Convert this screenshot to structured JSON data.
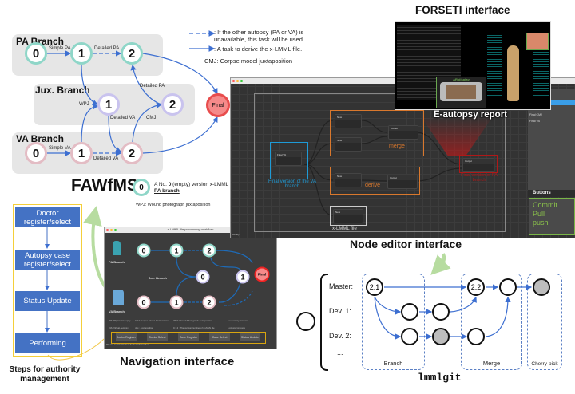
{
  "legend": {
    "dashed_text": ": If the other autopsy (PA or VA) is unavailable, this task will be used.",
    "solid_text": ": A task to derive the x-LMML file.",
    "cmj_text": "CMJ: Corpse model juxtaposition",
    "node_example_label": "0",
    "node_example_text_pre": "A No. ",
    "node_example_num": "0",
    "node_example_text_mid": " (empty) version x-LMML file in ",
    "node_example_branch": "PA branch",
    "node_example_text_end": ".",
    "wpj_text": "WPJ: Wound photograph juxtaposition"
  },
  "fawfms": {
    "title": "FAWfMS",
    "pa": {
      "title": "PA Branch",
      "nodes": [
        "0",
        "1",
        "2"
      ],
      "edges": [
        "Simple PA",
        "Detailed PA"
      ]
    },
    "jux": {
      "title": "Jux. Branch",
      "nodes": [
        "1",
        "2"
      ],
      "edges": [
        "WPJ",
        "Detailed VA",
        "Detailed PA",
        "CMJ"
      ]
    },
    "va": {
      "title": "VA Branch",
      "nodes": [
        "0",
        "1",
        "2"
      ],
      "edges": [
        "Simple VA",
        "Detailed VA"
      ]
    },
    "final": "Final"
  },
  "steps": {
    "items": [
      "Doctor register/select",
      "Autopsy case register/select",
      "Status Update",
      "Performing"
    ],
    "caption": "Steps for authority management"
  },
  "navigation": {
    "caption": "Navigation interface",
    "window_title": "x-LMML file processing workflow",
    "pa_label": "PA Branch",
    "va_label": "VA Branch",
    "jux_label": "Jux. Branch",
    "pa_nodes": [
      "0",
      "1",
      "2"
    ],
    "jux_nodes": [
      "0",
      "1"
    ],
    "va_nodes": [
      "0",
      "1",
      "2"
    ],
    "final": "Final",
    "legend": [
      "PA: Physical Autopsy",
      "CMJ: Corpse Model Juxtaposition",
      "WPJ: Wound Photograph Juxtaposition",
      ": necessary process",
      "VA: Virtual Autopsy",
      "Jux.: Juxtaposition",
      "0,1,2 : The version number of x-LMML file",
      ": optional process"
    ],
    "buttons": [
      "Doctor Register",
      "Doctor Select",
      "Case Register",
      "Case Select",
      "Status Update"
    ],
    "status": "Please register/select doctor information."
  },
  "node_editor": {
    "caption": "Node editor interface",
    "nodes": {
      "new": "New",
      "output": "Output",
      "final_va": "Final VA"
    },
    "groups": {
      "merge": "merge",
      "derive": "derive",
      "xlmml": "x-LMML file"
    },
    "final_va_label": "Final version of the VA branch",
    "final_pa_label": "Final version of PA branch",
    "side_items": [
      "Final CMJ",
      "Final VA"
    ],
    "buttons_panel": "Buttons",
    "buttons": [
      "Commit",
      "Pull",
      "push"
    ],
    "status": "Ready",
    "colors": {
      "va": "#1e9bd7",
      "group": "#d9782d",
      "pa": "#b01818",
      "buttons": "#7ab648"
    }
  },
  "forseti": {
    "caption": "FORSETI interface",
    "ar_display": "AR display"
  },
  "eautopsy": "E-autopsy report",
  "lmmlgit": {
    "caption": "lmmlgit",
    "rows": [
      "Master:",
      "Dev. 1:",
      "Dev. 2:",
      "..."
    ],
    "master_nodes": [
      "2.1",
      "2.2"
    ],
    "groups": [
      "Branch",
      "Merge",
      "Cherry-pick"
    ]
  }
}
